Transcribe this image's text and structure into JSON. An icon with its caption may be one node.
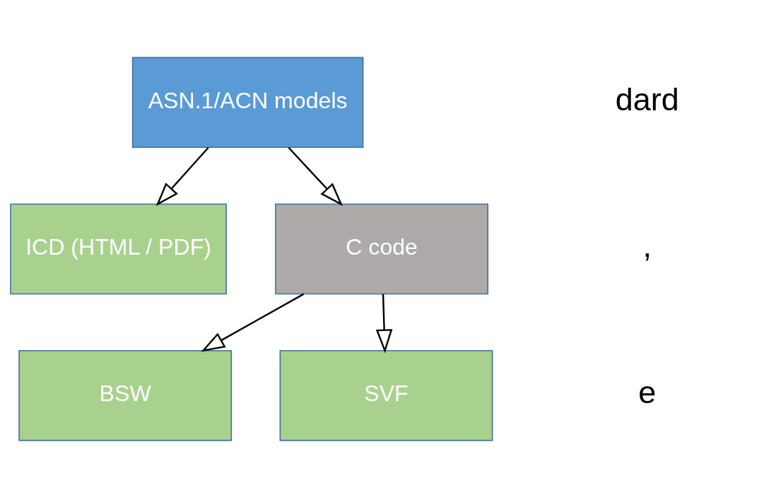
{
  "diagram": {
    "nodes": [
      {
        "text": [
          "ASN.1/ACN models"
        ]
      },
      {
        "text": [
          "ICD (HTML / PDF)"
        ]
      },
      {
        "text": [
          "C code"
        ]
      },
      {
        "text": [
          "BSW"
        ]
      },
      {
        "text": [
          "SVF"
        ]
      }
    ],
    "edges": [
      {
        "from": 0,
        "to": 1,
        "arrow": "to"
      },
      {
        "from": 0,
        "to": 2,
        "arrow": "to"
      },
      {
        "from": 2,
        "to": 3,
        "arrow": "to"
      },
      {
        "from": 2,
        "to": 4,
        "arrow": "to"
      }
    ],
    "labels": [
      "dard",
      ",",
      "e"
    ]
  }
}
